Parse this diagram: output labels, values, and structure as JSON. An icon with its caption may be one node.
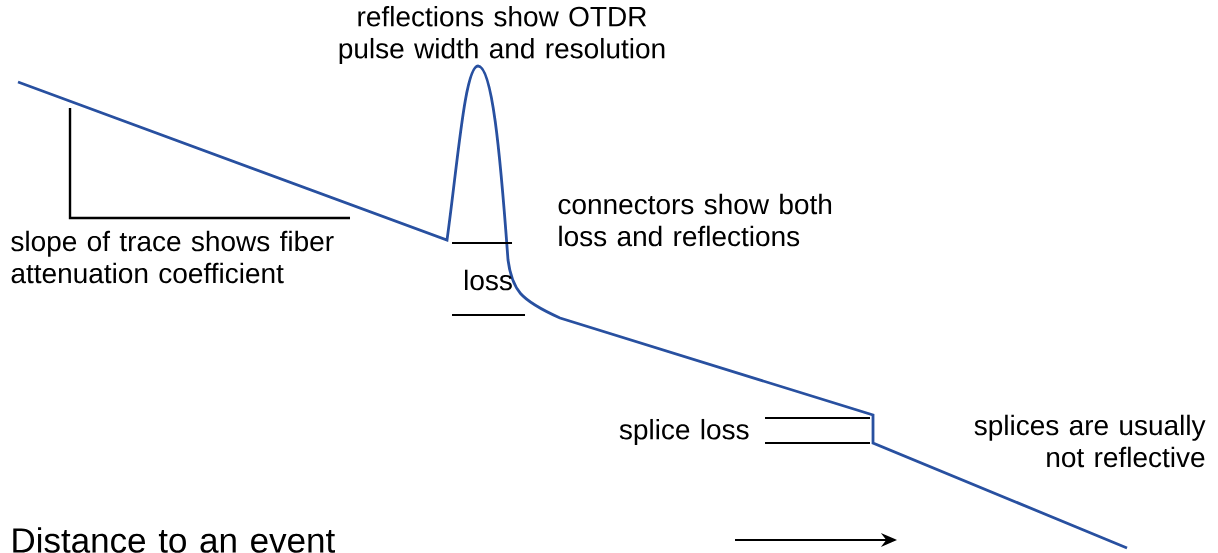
{
  "diagram": {
    "labels": [
      "reflections show OTDR pulse width and resolution",
      "connectors show both loss and reflections",
      "slope of trace shows fiber attenuation coefficient",
      "loss",
      "splice loss",
      "splices are usually not reflective",
      "Distance to an event"
    ]
  }
}
